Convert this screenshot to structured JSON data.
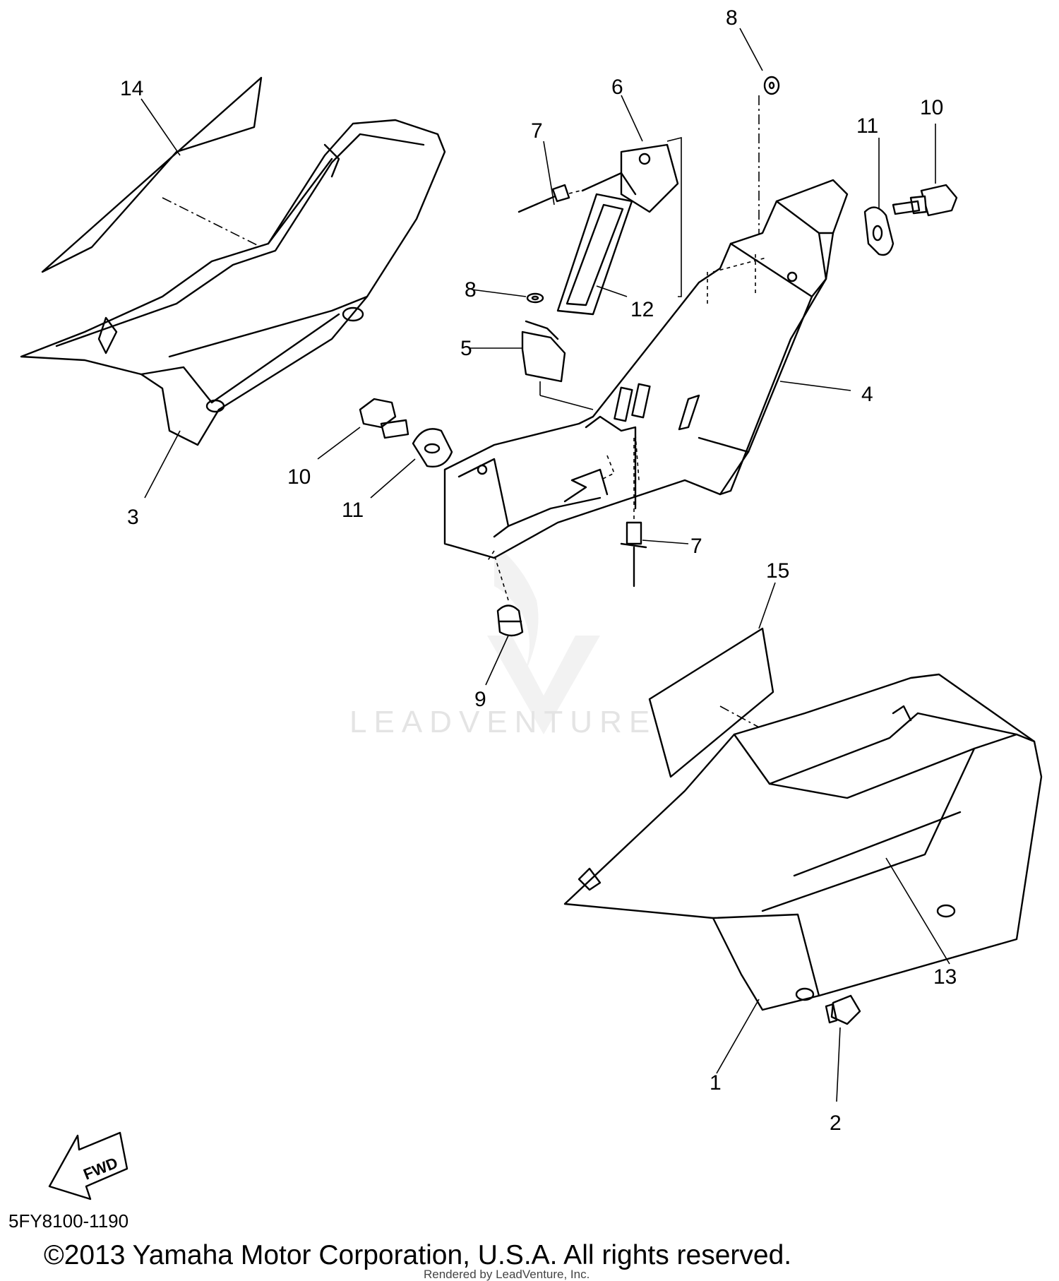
{
  "diagram": {
    "callouts": {
      "p1": "1",
      "p2": "2",
      "p3": "3",
      "p4": "4",
      "p5": "5",
      "p6": "6",
      "p7a": "7",
      "p7b": "7",
      "p8a": "8",
      "p8b": "8",
      "p9": "9",
      "p10a": "10",
      "p10b": "10",
      "p11a": "11",
      "p11b": "11",
      "p12": "12",
      "p13": "13",
      "p14": "14",
      "p15": "15"
    },
    "direction_marker": "FWD",
    "diagram_code": "5FY8100-1190",
    "watermark": "LEADVENTURE"
  },
  "footer": {
    "copyright": "©2013 Yamaha Motor Corporation, U.S.A. All rights reserved.",
    "rendered_by": "Rendered by LeadVenture, Inc."
  }
}
